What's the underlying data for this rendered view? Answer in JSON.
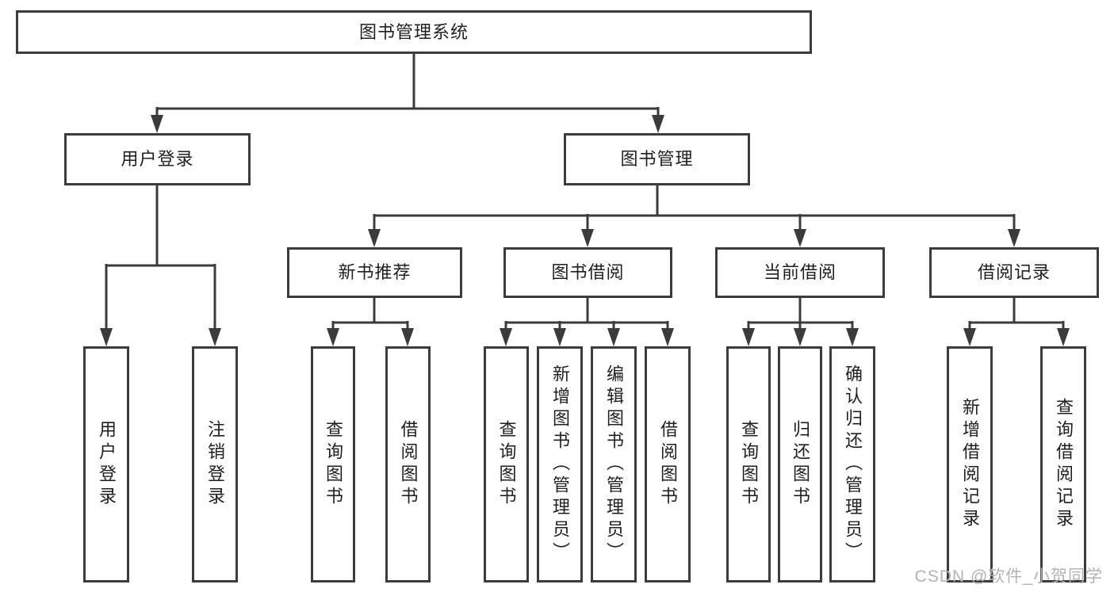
{
  "tree": {
    "label": "图书管理系统",
    "children": [
      {
        "label": "用户登录",
        "children": [
          {
            "label": "用户登录"
          },
          {
            "label": "注销登录"
          }
        ]
      },
      {
        "label": "图书管理",
        "children": [
          {
            "label": "新书推荐",
            "children": [
              {
                "label": "查询图书"
              },
              {
                "label": "借阅图书"
              }
            ]
          },
          {
            "label": "图书借阅",
            "children": [
              {
                "label": "查询图书"
              },
              {
                "label": "新增图书（管理员）"
              },
              {
                "label": "编辑图书（管理员）"
              },
              {
                "label": "借阅图书"
              }
            ]
          },
          {
            "label": "当前借阅",
            "children": [
              {
                "label": "查询图书"
              },
              {
                "label": "归还图书"
              },
              {
                "label": "确认归还（管理员）"
              }
            ]
          },
          {
            "label": "借阅记录",
            "children": [
              {
                "label": "新增借阅记录"
              },
              {
                "label": "查询借阅记录"
              }
            ]
          }
        ]
      }
    ]
  },
  "watermark": {
    "text": "CSDN @软件_小贺同学"
  },
  "colors": {
    "line": "#3b3b3b",
    "text": "#1f1f1f",
    "background": "#ffffff",
    "watermark": "#b3b3b3"
  }
}
